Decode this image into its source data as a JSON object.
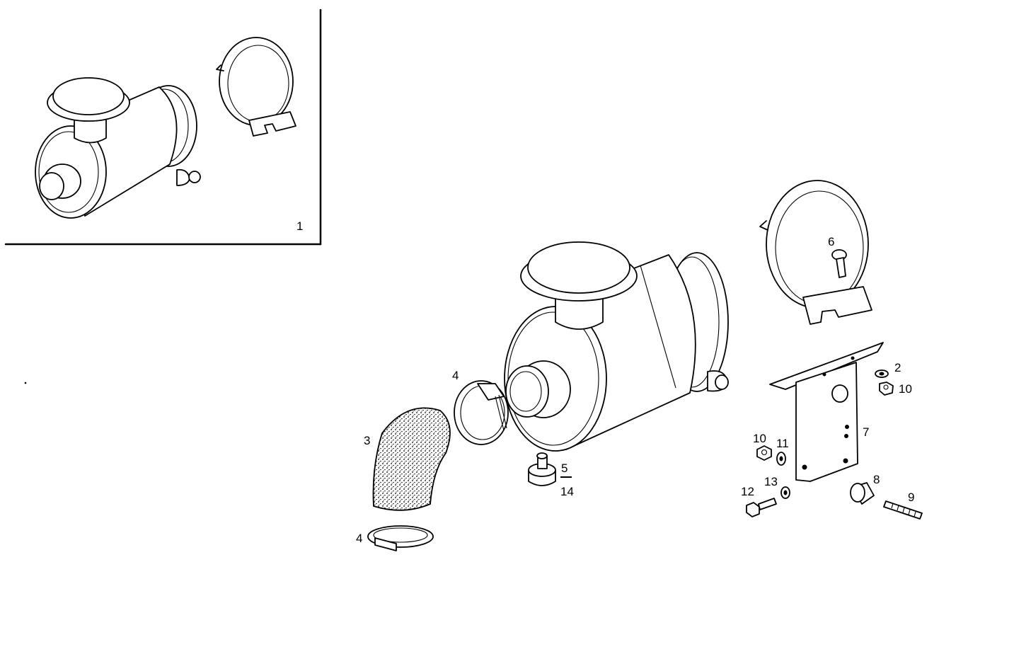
{
  "diagram": {
    "inset_label": "1",
    "callouts": {
      "clamp_upper": "4",
      "clamp_lower": "4",
      "hose": "3",
      "valve_a": "5",
      "valve_b": "14",
      "bolt_band": "6",
      "washer_top": "2",
      "nut_top": "10",
      "bracket": "7",
      "nut_left": "10",
      "washer_left": "11",
      "spacer": "8",
      "stud": "9",
      "bolt": "12",
      "washer_bottom": "13"
    },
    "line_color": "#000000",
    "background": "#ffffff"
  }
}
